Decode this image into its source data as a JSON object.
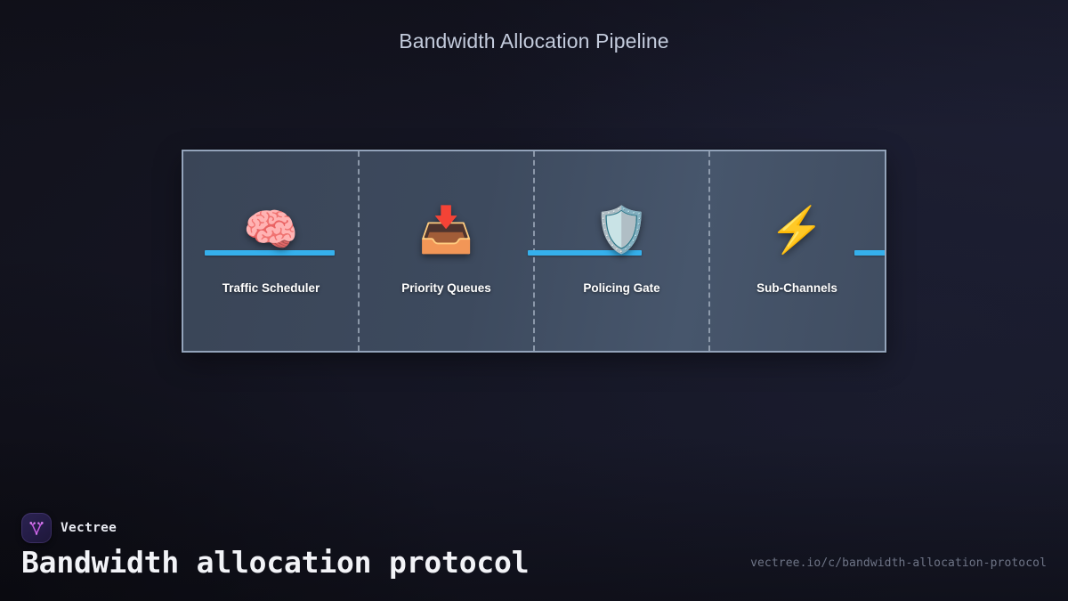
{
  "slide": {
    "title": "Bandwidth Allocation Pipeline"
  },
  "pipeline": {
    "stages": [
      {
        "label": "Traffic Scheduler",
        "icon": "brain-icon",
        "glyph": "🧠"
      },
      {
        "label": "Priority Queues",
        "icon": "inbox-tray-icon",
        "glyph": "📥"
      },
      {
        "label": "Policing Gate",
        "icon": "shield-icon",
        "glyph": "🛡️"
      },
      {
        "label": "Sub-Channels",
        "icon": "lightning-bolt-icon",
        "glyph": "⚡"
      }
    ],
    "connector_color": "#35b0ec",
    "panel_border_color": "#93a3ba",
    "divider_style": "dashed"
  },
  "branding": {
    "logo_icon": "vectree-tree-logo-icon",
    "name": "Vectree",
    "headline": "Bandwidth allocation protocol",
    "url": "vectree.io/c/bandwidth-allocation-protocol",
    "accent_color": "#c45ce0"
  }
}
